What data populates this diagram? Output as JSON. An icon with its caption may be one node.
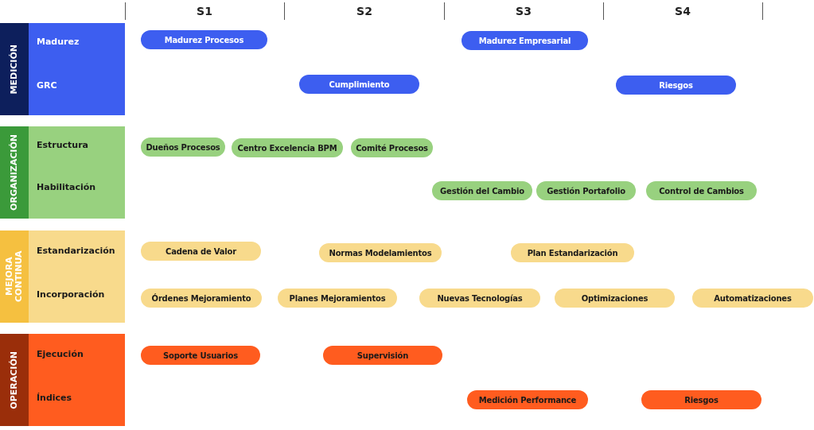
{
  "diagram": {
    "nodes": [
      {
        "text": [
          "MEDICIÓN",
          "Madurez",
          "GRC"
        ]
      },
      {
        "text": [
          "ORGANIZACIÓN",
          "Estructura",
          "Habilitación"
        ]
      },
      {
        "text": [
          "MEJORA CONTINUA",
          "Estandarización",
          "Incorporación"
        ]
      },
      {
        "text": [
          "OPERACIÓN",
          "Ejecución",
          "Índices"
        ]
      },
      {
        "text": [
          "Madurez Procesos"
        ]
      },
      {
        "text": [
          "Madurez Empresarial"
        ]
      },
      {
        "text": [
          "Cumplimiento"
        ]
      },
      {
        "text": [
          "Riesgos"
        ]
      },
      {
        "text": [
          "Dueños Procesos"
        ]
      },
      {
        "text": [
          "Centro Excelencia BPM"
        ]
      },
      {
        "text": [
          "Comité Procesos"
        ]
      },
      {
        "text": [
          "Gestión del Cambio"
        ]
      },
      {
        "text": [
          "Gestión Portafolio"
        ]
      },
      {
        "text": [
          "Control de Cambios"
        ]
      },
      {
        "text": [
          "Cadena de Valor"
        ]
      },
      {
        "text": [
          "Normas Modelamientos"
        ]
      },
      {
        "text": [
          "Plan Estandarización"
        ]
      },
      {
        "text": [
          "Órdenes Mejoramiento"
        ]
      },
      {
        "text": [
          "Planes Mejoramientos"
        ]
      },
      {
        "text": [
          "Nuevas Tecnologías"
        ]
      },
      {
        "text": [
          "Optimizaciones"
        ]
      },
      {
        "text": [
          "Automatizaciones"
        ]
      },
      {
        "text": [
          "Soporte Usuarios"
        ]
      },
      {
        "text": [
          "Supervisión"
        ]
      },
      {
        "text": [
          "Medición Performance"
        ]
      },
      {
        "text": [
          "Riesgos"
        ]
      }
    ],
    "edges": [],
    "labels": [
      "S1",
      "S2",
      "S3",
      "S4"
    ]
  }
}
